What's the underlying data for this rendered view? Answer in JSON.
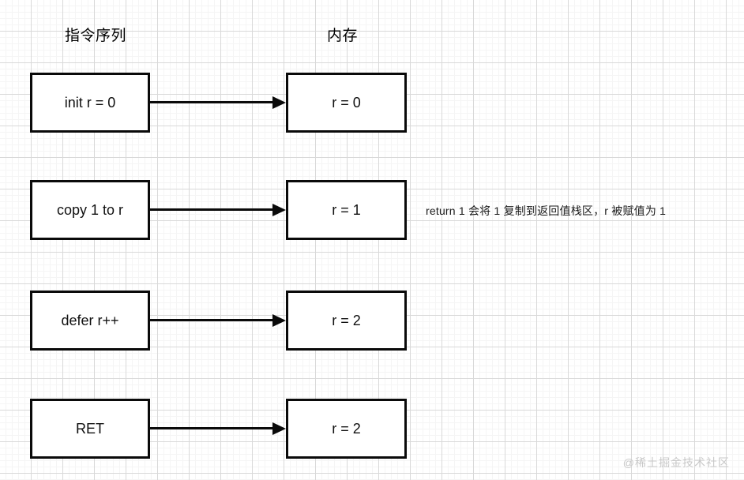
{
  "headers": {
    "instructions": "指令序列",
    "memory": "内存"
  },
  "rows": [
    {
      "instruction": "init r = 0",
      "memory": "r = 0",
      "arrow": "arrow-right-icon"
    },
    {
      "instruction": "copy 1 to r",
      "memory": "r = 1",
      "arrow": "arrow-right-icon"
    },
    {
      "instruction": "defer r++",
      "memory": "r = 2",
      "arrow": "arrow-right-icon"
    },
    {
      "instruction": "RET",
      "memory": "r = 2",
      "arrow": "arrow-right-icon"
    }
  ],
  "annotation": "return 1 会将 1 复制到返回值栈区，r 被赋值为 1",
  "watermark": "@稀土掘金技术社区",
  "colors": {
    "background": "#ffffff",
    "grid_minor": "#f5f5f5",
    "grid_major": "#d9d9d9",
    "box_border": "#0a0a0a",
    "box_fill": "#ffffff",
    "text": "#101010",
    "watermark": "#c8c8c8"
  }
}
